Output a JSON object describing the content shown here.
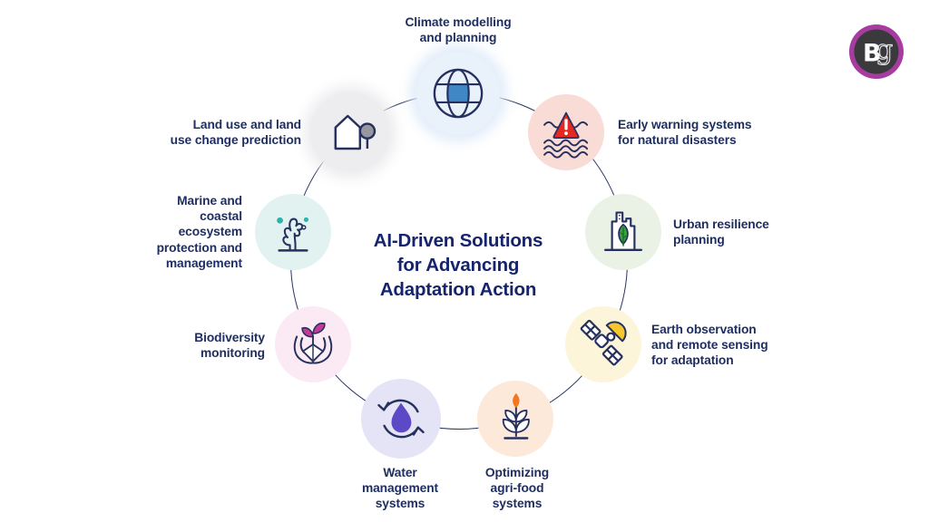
{
  "header": {
    "title": "AI-Driven Solutions\nfor Advancing\nAdaptation Action"
  },
  "logo": {
    "letter_b": "B",
    "letter_g": "g",
    "ring_color": "#a63ba0",
    "disc_color": "#3a393b"
  },
  "colors": {
    "connector_line": "#2a3563",
    "icon_stroke": "#25305f",
    "label_text": "#1f2e60",
    "title_text": "#16246b",
    "globe_fill": "#3f88c5",
    "alert_red": "#e8271e",
    "leaf_green": "#3aa13c",
    "dish_yellow": "#f6c62e",
    "grain_orange": "#f4761e",
    "drop_purple": "#5b49c5",
    "sprout_magenta": "#c33a97",
    "coral_teal": "#2bb3ad",
    "tree_gray": "#97979f"
  },
  "nodes": [
    {
      "id": "climate",
      "label": "Climate modelling\nand planning",
      "icon": "globe-icon",
      "bg": "#e9f1fb"
    },
    {
      "id": "early",
      "label": "Early warning systems\nfor natural disasters",
      "icon": "flood-warning-icon",
      "bg": "#fadcd7"
    },
    {
      "id": "urban",
      "label": "Urban resilience\nplanning",
      "icon": "green-building-icon",
      "bg": "#eaf2e6"
    },
    {
      "id": "earth",
      "label": "Earth observation\nand remote sensing\nfor adaptation",
      "icon": "satellite-icon",
      "bg": "#fdf5da"
    },
    {
      "id": "agri",
      "label": "Optimizing\nagri-food\nsystems",
      "icon": "crop-plant-icon",
      "bg": "#fce9d9"
    },
    {
      "id": "water",
      "label": "Water\nmanagement\nsystems",
      "icon": "water-recycle-icon",
      "bg": "#e5e4f6"
    },
    {
      "id": "bio",
      "label": "Biodiversity\nmonitoring",
      "icon": "hands-sprout-icon",
      "bg": "#fbeaf3"
    },
    {
      "id": "marine",
      "label": "Marine and\ncoastal\necosystem\nprotection and\nmanagement",
      "icon": "coral-icon",
      "bg": "#e1f2f0"
    },
    {
      "id": "land",
      "label": "Land use and land\nuse change prediction",
      "icon": "house-tree-icon",
      "bg": "#ededef"
    }
  ]
}
